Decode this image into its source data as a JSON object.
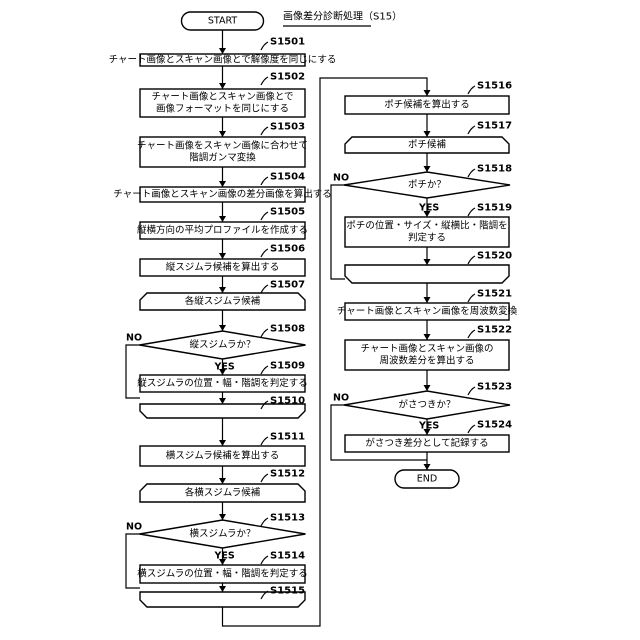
{
  "title": "画像差分診断処理（S15）",
  "start_label": "START",
  "end_label": "END",
  "yes_label": "YES",
  "no_label": "NO",
  "steps": {
    "s1501": {
      "id": "S1501",
      "lines": [
        "チャート画像とスキャン画像とで解像度を同じにする"
      ]
    },
    "s1502": {
      "id": "S1502",
      "lines": [
        "チャート画像とスキャン画像とで",
        "画像フォーマットを同じにする"
      ]
    },
    "s1503": {
      "id": "S1503",
      "lines": [
        "チャート画像をスキャン画像に合わせて",
        "階調ガンマ変換"
      ]
    },
    "s1504": {
      "id": "S1504",
      "lines": [
        "チャート画像とスキャン画像の差分画像を算出する"
      ]
    },
    "s1505": {
      "id": "S1505",
      "lines": [
        "縦横方向の平均プロファイルを作成する"
      ]
    },
    "s1506": {
      "id": "S1506",
      "lines": [
        "縦スジムラ候補を算出する"
      ]
    },
    "s1507": {
      "id": "S1507",
      "lines": [
        "各縦スジムラ候補"
      ]
    },
    "s1508": {
      "id": "S1508",
      "lines": [
        "縦スジムラか？"
      ]
    },
    "s1509": {
      "id": "S1509",
      "lines": [
        "縦スジムラの位置・幅・階調を判定する"
      ]
    },
    "s1510": {
      "id": "S1510",
      "lines": []
    },
    "s1511": {
      "id": "S1511",
      "lines": [
        "横スジムラ候補を算出する"
      ]
    },
    "s1512": {
      "id": "S1512",
      "lines": [
        "各横スジムラ候補"
      ]
    },
    "s1513": {
      "id": "S1513",
      "lines": [
        "横スジムラか？"
      ]
    },
    "s1514": {
      "id": "S1514",
      "lines": [
        "横スジムラの位置・幅・階調を判定する"
      ]
    },
    "s1515": {
      "id": "S1515",
      "lines": []
    },
    "s1516": {
      "id": "S1516",
      "lines": [
        "ポチ候補を算出する"
      ]
    },
    "s1517": {
      "id": "S1517",
      "lines": [
        "ポチ候補"
      ]
    },
    "s1518": {
      "id": "S1518",
      "lines": [
        "ポチか？"
      ]
    },
    "s1519": {
      "id": "S1519",
      "lines": [
        "ポチの位置・サイズ・縦横比・階調を",
        "判定する"
      ]
    },
    "s1520": {
      "id": "S1520",
      "lines": []
    },
    "s1521": {
      "id": "S1521",
      "lines": [
        "チャート画像とスキャン画像を周波数変換"
      ]
    },
    "s1522": {
      "id": "S1522",
      "lines": [
        "チャート画像とスキャン画像の",
        "周波数差分を算出する"
      ]
    },
    "s1523": {
      "id": "S1523",
      "lines": [
        "がさつきか？"
      ]
    },
    "s1524": {
      "id": "S1524",
      "lines": [
        "がさつき差分として記録する"
      ]
    }
  }
}
